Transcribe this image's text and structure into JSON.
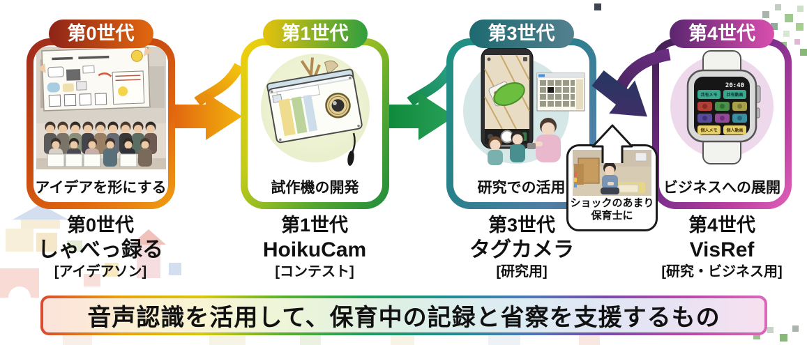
{
  "generations": [
    {
      "pill": "第0世代",
      "caption": "アイデアを形にする",
      "title": "第0世代",
      "name": "しゃべっ録る",
      "tag": "[アイデアソン]",
      "accent": "#e2680f"
    },
    {
      "pill": "第1世代",
      "caption": "試作機の開発",
      "title": "第1世代",
      "name": "HoikuCam",
      "tag": "[コンテスト]",
      "accent": "#2f9e3f"
    },
    {
      "pill": "第3世代",
      "caption": "研究での活用",
      "title": "第3世代",
      "name": "タグカメラ",
      "tag": "[研究用]",
      "accent": "#2a7f8c"
    },
    {
      "pill": "第4世代",
      "caption": "ビジネスへの展開",
      "title": "第4世代",
      "name": "VisRef",
      "tag": "[研究・ビジネス用]",
      "accent": "#c2459e"
    }
  ],
  "speech_bubble": {
    "line1": "ショックのあまり",
    "line2": "保育士に"
  },
  "watch": {
    "time": "20:40",
    "apps": [
      "共有メモ",
      "共有動画",
      "個人メモ",
      "個人動画"
    ]
  },
  "banner": {
    "text": "音声認識を活用して、保育中の記録と省察を支援するもの"
  },
  "colors": {
    "gen0_gradient": [
      "#9c2a1d",
      "#f0a012"
    ],
    "gen1_gradient": [
      "#f2cf0e",
      "#1e8c3c"
    ],
    "gen3_gradient": [
      "#1f9382",
      "#56718f"
    ],
    "gen4_gradient": [
      "#3f2050",
      "#e061b8"
    ],
    "arrow_orange": "#e2680f",
    "arrow_yellow": "#f2c40e",
    "arrow_green": "#168a3a",
    "arrow_navy": "#1f3a5f",
    "arrow_purple": "#5d2a70"
  }
}
